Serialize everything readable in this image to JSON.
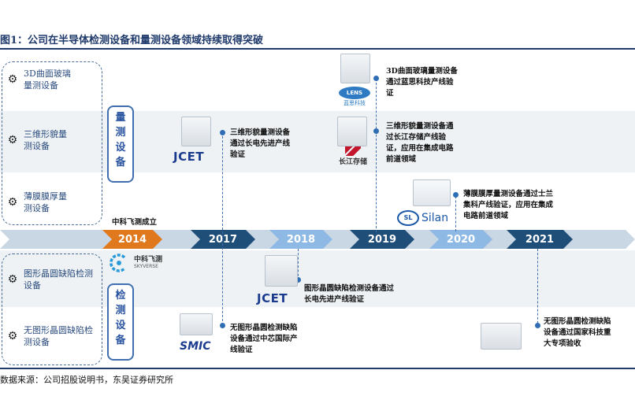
{
  "figure": {
    "title": "图1：公司在半导体检测设备和量测设备领域持续取得突破",
    "source": "数据来源：公司招股说明书，东吴证券研究所"
  },
  "colors": {
    "band_gray": "#eef2f5",
    "band_white": "#ffffff",
    "timeline_base": "#c9d6e4",
    "chevron_dark": "#1f4e79",
    "chevron_light": "#8db9e4",
    "chevron_orange": "#e0781e",
    "accent_blue": "#2f6db5"
  },
  "groups": {
    "measurement": "量测设备",
    "inspection": "检测设备"
  },
  "categories": {
    "glass_3d": "3D曲面玻璃量测设备",
    "three_d_shape": "三维形貌量测设备",
    "film_thickness": "薄膜膜厚量测设备",
    "patterned_wafer": "图形晶圆缺陷检测设备",
    "unpatterned_wafer": "无图形晶圆缺陷检测设备"
  },
  "timeline": {
    "years": [
      "2014",
      "2017",
      "2018",
      "2019",
      "2020",
      "2021"
    ],
    "founding_note": "中科飞测成立"
  },
  "logos": {
    "skyverse_cn": "中科飞测",
    "skyverse_en": "SKYVERSE",
    "jcet": "JCET",
    "lens_cn": "蓝思科技",
    "lens_en": "LENS",
    "ymtc": "长江存储",
    "silan": "Silan",
    "smic": "SMIC"
  },
  "notes": {
    "glass_lens": "3D曲面玻璃量测设备通过蓝思科技产线验证",
    "shape_jcet": "三维形貌量测设备通过长电先进产线验证",
    "shape_ymtc": "三维形貌量测设备通过长江存储产线验证，应用在集成电路前道领域",
    "film_silan": "薄膜膜厚量测设备通过士兰集科产线验证，应用在集成电路前道领域",
    "patterned_jcet": "图形晶圆缺陷检测设备通过长电先进产线验证",
    "unpatterned_smic": "无图形晶圆检测缺陷设备通过中芯国际产线验证",
    "unpatterned_national": "无图形晶圆检测缺陷设备通过国家科技重大专项验收"
  }
}
